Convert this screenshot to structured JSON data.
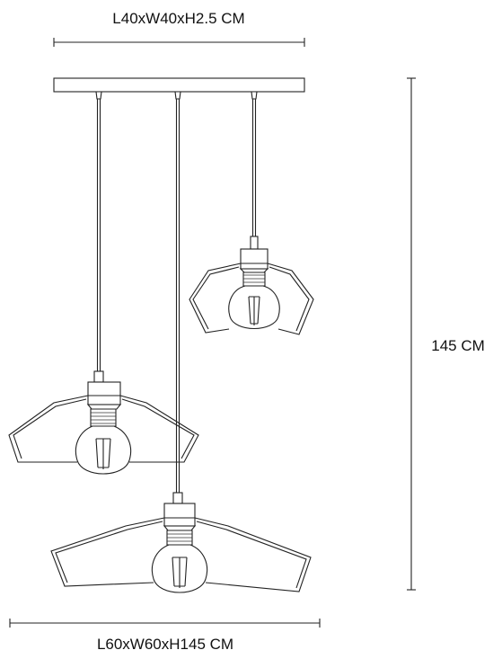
{
  "dimensions": {
    "top_label": "L40xW40xH2.5 CM",
    "height_label": "145 CM",
    "bottom_label": "L60xW60xH145 CM"
  }
}
